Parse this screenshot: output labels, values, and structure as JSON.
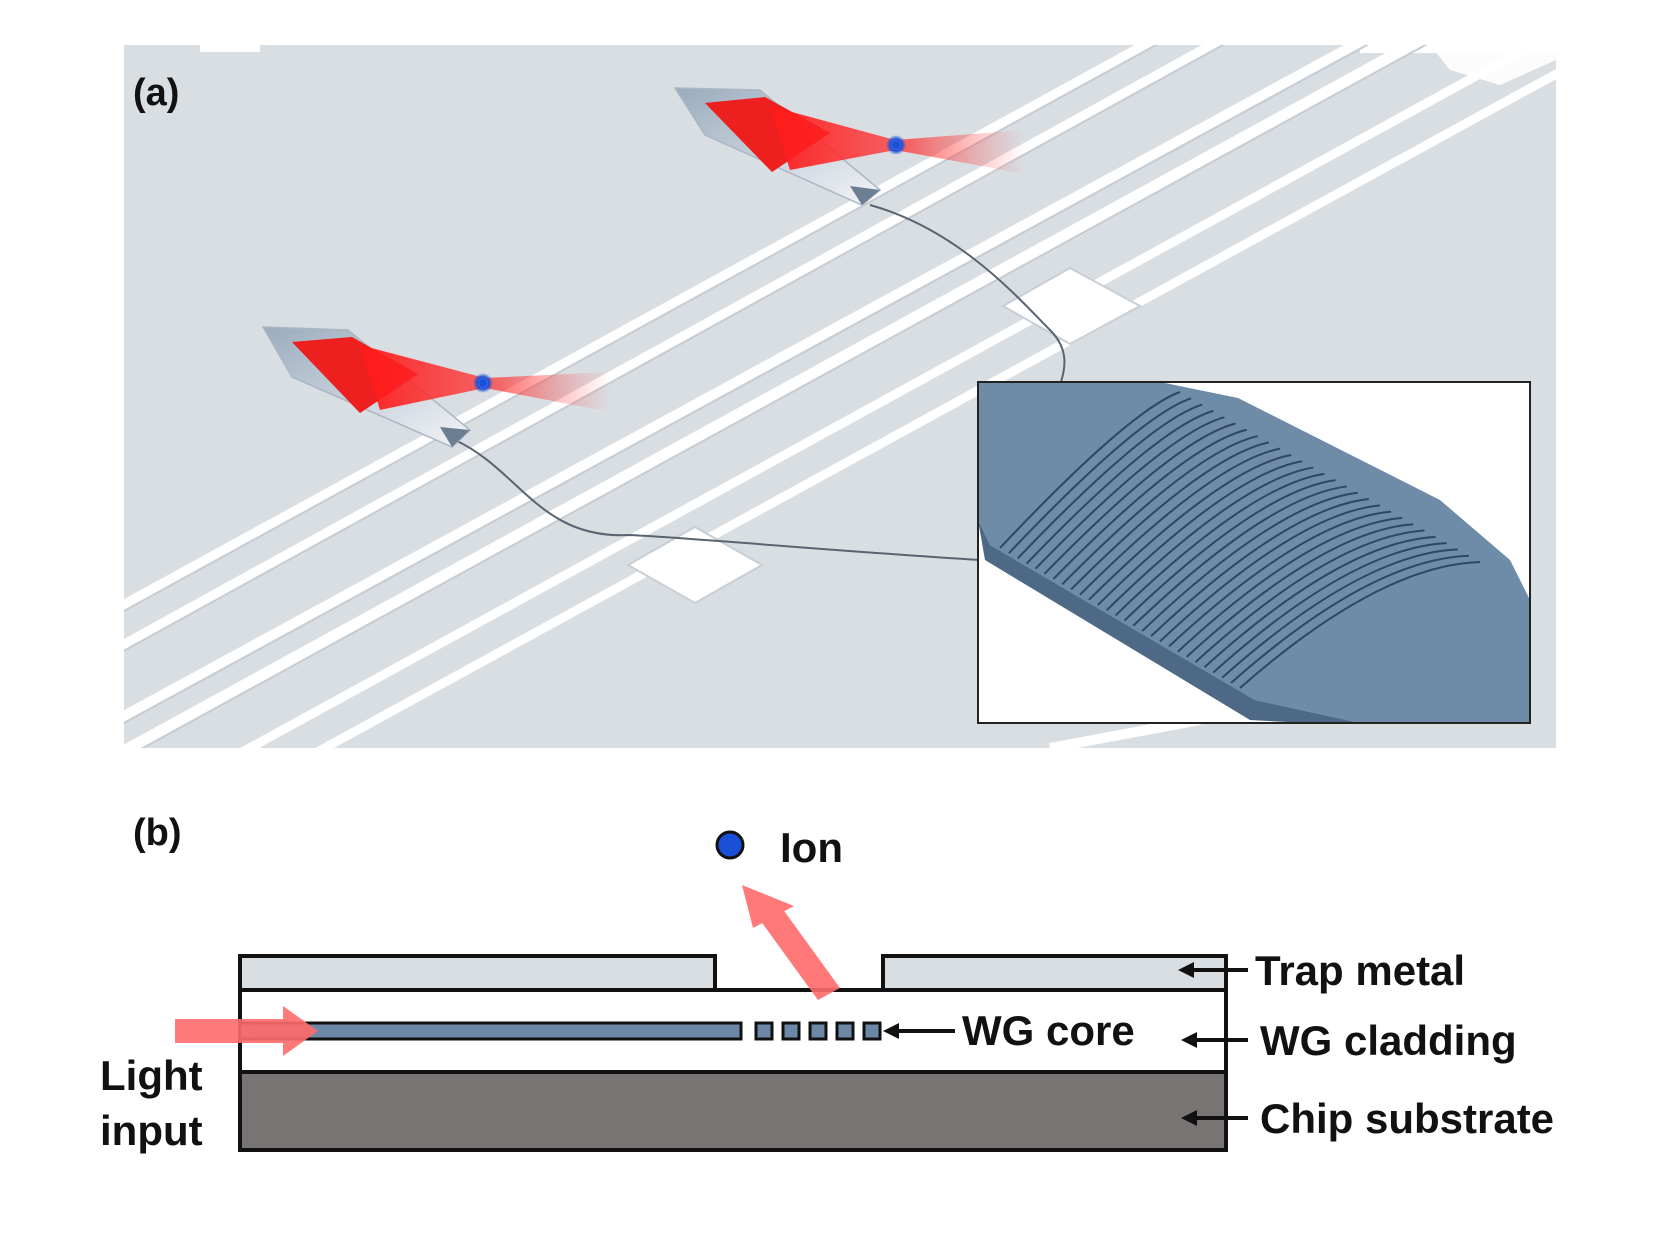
{
  "panel_a": {
    "label": "(a)"
  },
  "panel_b": {
    "label": "(b)",
    "ion_label": "Ion",
    "trap_metal_label": "Trap metal",
    "wg_core_label": "WG core",
    "wg_cladding_label": "WG cladding",
    "chip_substrate_label": "Chip substrate",
    "light_input_line1": "Light",
    "light_input_line2": "input"
  },
  "colors": {
    "surface": "#d9dee3",
    "electrode_gap": "#ffffff",
    "laser": "#ff2020",
    "ion": "#1a4fd8",
    "grating": "#6d8aa6",
    "waveguide": "#6d88a6",
    "substrate": "#787473",
    "cladding": "#ffffff",
    "trap_metal": "#d9dee3",
    "arrow": "#ff6b6b"
  }
}
